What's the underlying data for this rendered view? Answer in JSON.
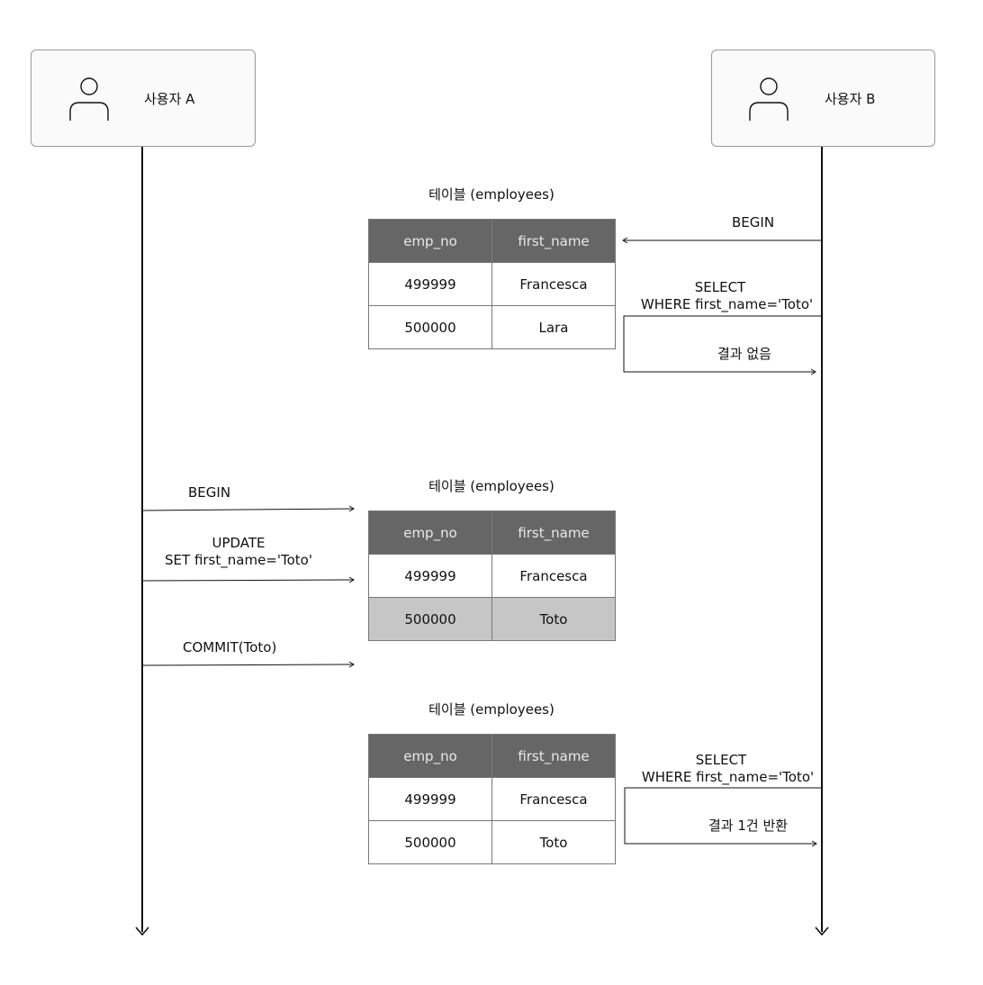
{
  "actors": {
    "a": {
      "label": "사용자 A",
      "icon": "user-icon"
    },
    "b": {
      "label": "사용자 B",
      "icon": "user-icon"
    }
  },
  "tables": [
    {
      "caption": "테이블 (employees)",
      "headers": [
        "emp_no",
        "first_name"
      ],
      "rows": [
        {
          "emp_no": "499999",
          "first_name": "Francesca",
          "highlight": false
        },
        {
          "emp_no": "500000",
          "first_name": "Lara",
          "highlight": false
        }
      ]
    },
    {
      "caption": "테이블 (employees)",
      "headers": [
        "emp_no",
        "first_name"
      ],
      "rows": [
        {
          "emp_no": "499999",
          "first_name": "Francesca",
          "highlight": false
        },
        {
          "emp_no": "500000",
          "first_name": "Toto",
          "highlight": true
        }
      ]
    },
    {
      "caption": "테이블 (employees)",
      "headers": [
        "emp_no",
        "first_name"
      ],
      "rows": [
        {
          "emp_no": "499999",
          "first_name": "Francesca",
          "highlight": false
        },
        {
          "emp_no": "500000",
          "first_name": "Toto",
          "highlight": false
        }
      ]
    }
  ],
  "messages": {
    "b_begin": "BEGIN",
    "b_select_1_line1": "SELECT",
    "b_select_1_line2": "WHERE first_name='Toto'",
    "b_result_1": "결과 없음",
    "a_begin": "BEGIN",
    "a_update_line1": "UPDATE",
    "a_update_line2": "SET first_name='Toto'",
    "a_commit": "COMMIT(Toto)",
    "b_select_2_line1": "SELECT",
    "b_select_2_line2": "WHERE first_name='Toto'",
    "b_result_2": "결과 1건 반환"
  },
  "colors": {
    "header_bg": "#666666",
    "header_text": "#e9e9e9",
    "highlight_row": "#c6c6c6",
    "line": "#111111"
  }
}
